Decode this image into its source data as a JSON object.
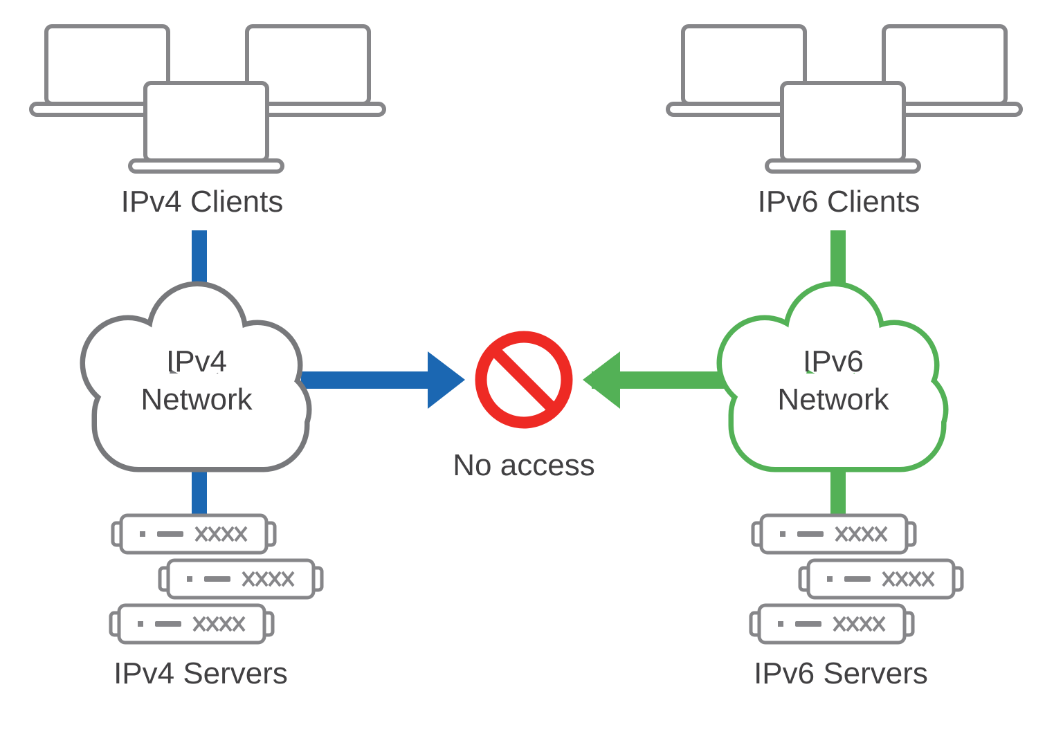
{
  "colors": {
    "ipv4_accent": "#1b67b2",
    "ipv6_accent": "#53b156",
    "prohibit_red": "#ee2a24",
    "device_gray": "#868689",
    "cloud_gray": "#77787b",
    "text_dark": "#414042",
    "background": "#ffffff"
  },
  "left": {
    "clients_label": "IPv4 Clients",
    "network_label_line1": "IPv4",
    "network_label_line2": "Network",
    "servers_label": "IPv4 Servers"
  },
  "right": {
    "clients_label": "IPv6 Clients",
    "network_label_line1": "IPv6",
    "network_label_line2": "Network",
    "servers_label": "IPv6 Servers"
  },
  "center": {
    "no_access_label": "No access"
  },
  "icons": {
    "laptop": "laptop-icon",
    "server": "server-icon",
    "cloud": "network-cloud-icon",
    "no_entry": "no-entry-icon"
  }
}
